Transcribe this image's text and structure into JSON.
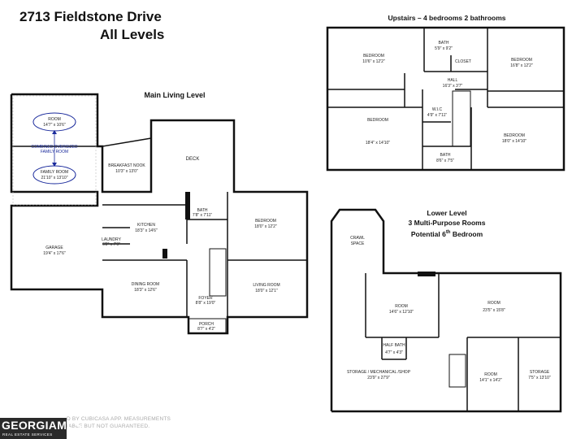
{
  "header": {
    "address": "2713 Fieldstone Drive",
    "subtitle": "All Levels"
  },
  "upstairs": {
    "title": "Upstairs – 4 bedrooms 2 bathrooms",
    "rooms": [
      {
        "name": "BEDROOM",
        "dims": "10'6\" x 12'2\""
      },
      {
        "name": "BATH",
        "dims": "5'9\" x 9'2\""
      },
      {
        "name": "CLOSET",
        "dims": ""
      },
      {
        "name": "BEDROOM",
        "dims": "16'8\" x 12'2\""
      },
      {
        "name": "HALL",
        "dims": "16'3\" x 3'7\""
      },
      {
        "name": "BEDROOM",
        "dims": "18'4\" x 14'10\""
      },
      {
        "name": "W.I.C",
        "dims": "4'9\" x 7'11\""
      },
      {
        "name": "BEDROOM",
        "dims": "18'0\" x 14'10\""
      },
      {
        "name": "BATH",
        "dims": "8'6\" x 7'5\""
      }
    ]
  },
  "main": {
    "title": "Main Living Level",
    "rooms": [
      {
        "name": "ROOM",
        "dims": "14'7\" x 10'6\""
      },
      {
        "name": "FAMILY ROOM",
        "dims": "21'10\" x 13'10\""
      },
      {
        "name": "BREAKFAST NOOK",
        "dims": "10'3\" x 13'0\""
      },
      {
        "name": "DECK",
        "dims": ""
      },
      {
        "name": "BATH",
        "dims": "7'8\" x 7'11\""
      },
      {
        "name": "BEDROOM",
        "dims": "18'0\" x 12'2\""
      },
      {
        "name": "KITCHEN",
        "dims": "18'3\" x 14'6\""
      },
      {
        "name": "GARAGE",
        "dims": "19'4\" x 17'6\""
      },
      {
        "name": "LAUNDRY",
        "dims": "6'2\" x 7'9\""
      },
      {
        "name": "DINING ROOM",
        "dims": "18'3\" x 12'6\""
      },
      {
        "name": "LIVING ROOM",
        "dims": "18'0\" x 12'1\""
      },
      {
        "name": "FOYER",
        "dims": "8'8\" x 19'0\""
      },
      {
        "name": "PORCH",
        "dims": "8'7\" x 4'2\""
      }
    ],
    "combined_note_1": "COMBINED OVERSIZED",
    "combined_note_2": "FAMILY ROOM"
  },
  "lower": {
    "title_1": "Lower Level",
    "title_2": "3 Multi-Purpose Rooms",
    "title_3": "Potential 6",
    "title_3_sup": "th",
    "title_3_end": " Bedroom",
    "rooms": [
      {
        "name": "CRAWL",
        "dims": "SPACE"
      },
      {
        "name": "ROOM",
        "dims": "14'6\" x 12'10\""
      },
      {
        "name": "ROOM",
        "dims": "23'5\" x 15'8\""
      },
      {
        "name": "HALF BATH",
        "dims": "4'7\" x 4'3\""
      },
      {
        "name": "STORAGE / MECHANICAL /SHOP",
        "dims": "23'9\" x 27'9\""
      },
      {
        "name": "ROOM",
        "dims": "14'1\" x 14'2\""
      },
      {
        "name": "STORAGE",
        "dims": "7'5\" x 13'10\""
      }
    ]
  },
  "footer": {
    "logo": "GEORGIAMLS",
    "logo_sub": "REAL ESTATE SERVICES",
    "disclaimer_1": "D BY CUBICASA APP. MEASUREMENTS",
    "disclaimer_2": "IABLE BUT NOT GUARANTEED."
  }
}
